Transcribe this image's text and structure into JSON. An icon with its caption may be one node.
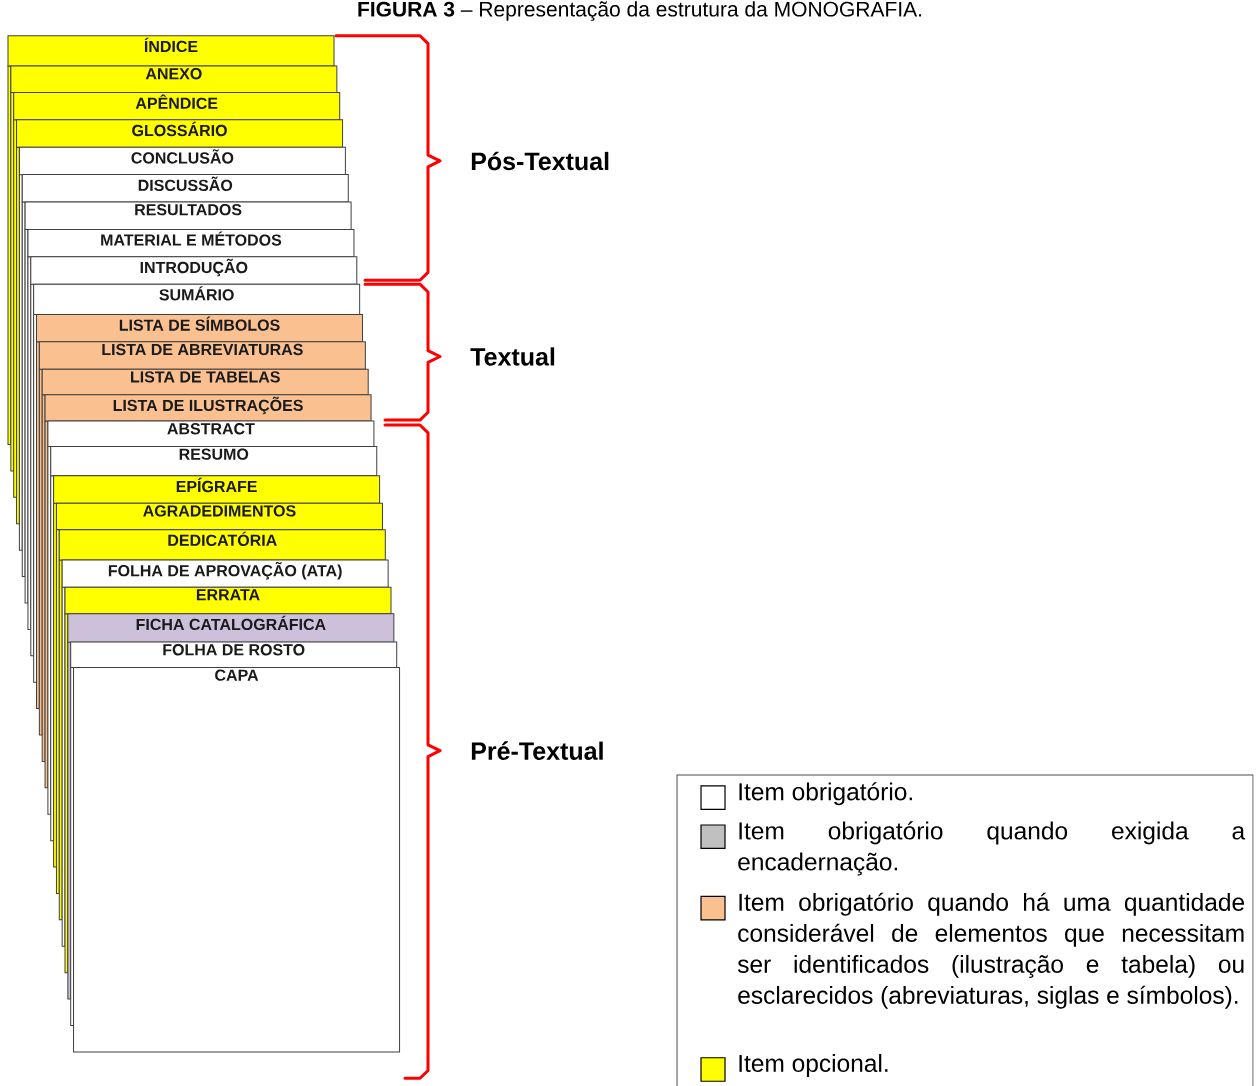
{
  "diagram": {
    "title": "**FIGURA 3** – Representação da estrutura da MONOGRAFIA.",
    "nodes": [
      {
        "text": [
          "ÍNDICE"
        ]
      },
      {
        "text": [
          "ANEXO"
        ]
      },
      {
        "text": [
          "APÊNDICE"
        ]
      },
      {
        "text": [
          "GLOSSÁRIO"
        ]
      },
      {
        "text": [
          "CONCLUSÃO"
        ]
      },
      {
        "text": [
          "DISCUSSÃO"
        ]
      },
      {
        "text": [
          "RESULTADOS"
        ]
      },
      {
        "text": [
          "MATERIAL E MÉTODOS"
        ]
      },
      {
        "text": [
          "INTRODUÇÃO"
        ]
      },
      {
        "text": [
          "SUMÁRIO"
        ]
      },
      {
        "text": [
          "LISTA DE SÍMBOLOS"
        ]
      },
      {
        "text": [
          "LISTA DE ABREVIATURAS"
        ]
      },
      {
        "text": [
          "LISTA DE TABELAS"
        ]
      },
      {
        "text": [
          "LISTA DE ILUSTRAÇÕES"
        ]
      },
      {
        "text": [
          "ABSTRACT"
        ]
      },
      {
        "text": [
          "RESUMO"
        ]
      },
      {
        "text": [
          "EPÍGRAFE"
        ]
      },
      {
        "text": [
          "AGRADEDIMENTOS"
        ]
      },
      {
        "text": [
          "DEDICATÓRIA"
        ]
      },
      {
        "text": [
          "FOLHA DE APROVAÇÃO (ATA)"
        ]
      },
      {
        "text": [
          "ERRATA"
        ]
      },
      {
        "text": [
          "FICHA CATALOGRÁFICA"
        ]
      },
      {
        "text": [
          "FOLHA DE ROSTO"
        ]
      },
      {
        "text": [
          "CAPA"
        ]
      }
    ],
    "labels": [
      "Pós-Textual",
      "Textual",
      "Pré-Textual"
    ],
    "legend": [
      {
        "text": "Item obrigatório."
      },
      {
        "text": "Item obrigatório quando exigida a encadernação.",
        "color": "#c0c0c0"
      },
      {
        "text": "Item obrigatório quando há uma quantidade considerável de elementos que necessitam ser identificados (ilustração e tabela) ou esclarecidos (abreviaturas, siglas e símbolos).",
        "color": "#fac090"
      },
      {
        "text": "Item opcional.",
        "color": "#ffff00"
      }
    ]
  }
}
